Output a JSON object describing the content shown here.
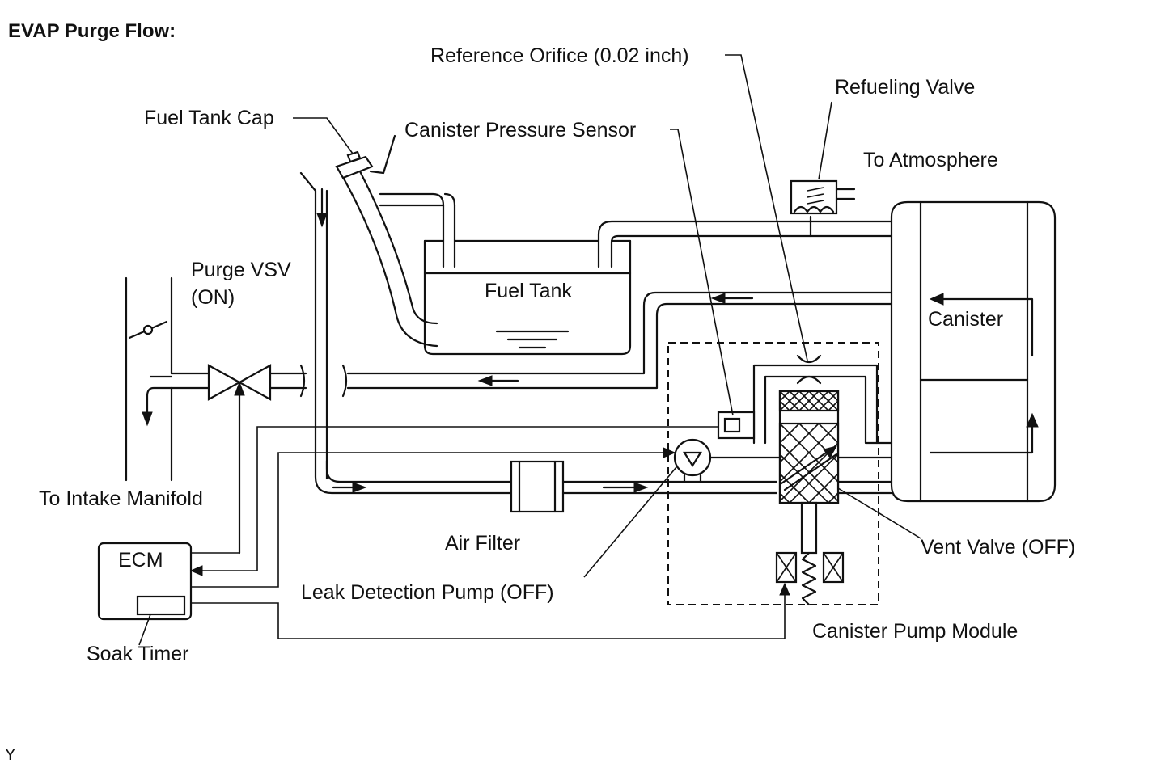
{
  "title": "EVAP Purge Flow:",
  "labels": {
    "reference_orifice": "Reference Orifice (0.02 inch)",
    "refueling_valve": "Refueling Valve",
    "fuel_tank_cap": "Fuel Tank Cap",
    "canister_pressure_sensor": "Canister Pressure Sensor",
    "to_atmosphere": "To Atmosphere",
    "purge_vsv_line1": "Purge VSV",
    "purge_vsv_line2": "(ON)",
    "fuel_tank": "Fuel Tank",
    "canister": "Canister",
    "to_intake_manifold": "To Intake Manifold",
    "air_filter": "Air Filter",
    "vent_valve": "Vent Valve (OFF)",
    "ecm": "ECM",
    "leak_detection_pump": "Leak Detection Pump (OFF)",
    "canister_pump_module": "Canister Pump Module",
    "soak_timer": "Soak Timer"
  },
  "corner_mark": "Y",
  "colors": {
    "ink": "#111111",
    "background": "#ffffff"
  }
}
